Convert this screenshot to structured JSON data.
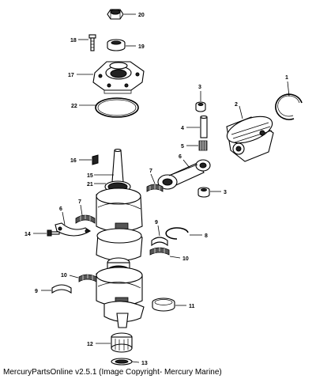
{
  "caption": "MercuryPartsOnline v2.5.1 (Image Copyright- Mercury Marine)",
  "callouts": [
    "20",
    "18",
    "19",
    "17",
    "3",
    "1",
    "22",
    "2",
    "4",
    "5",
    "16",
    "6",
    "15",
    "21",
    "7",
    "3",
    "6",
    "7",
    "14",
    "9",
    "8",
    "10",
    "10",
    "9",
    "11",
    "12",
    "13"
  ]
}
